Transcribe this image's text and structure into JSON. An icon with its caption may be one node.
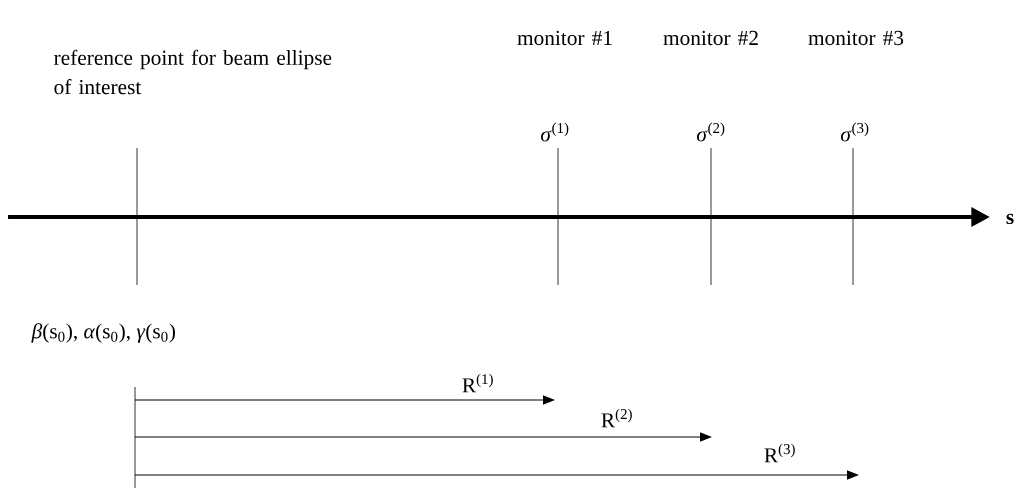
{
  "diagram": {
    "nodes": [
      {
        "text": [
          "reference point for beam ellipse of interest"
        ]
      },
      {
        "text": [
          "monitor #1"
        ]
      },
      {
        "text": [
          "monitor #2"
        ]
      },
      {
        "text": [
          "monitor #3"
        ]
      },
      {
        "text": [],
        "shape": "bar"
      }
    ],
    "edges": [
      {
        "from": 4,
        "to": null,
        "arrow": "to",
        "label": "R$^{(1)}$"
      },
      {
        "from": 4,
        "to": null,
        "arrow": "to",
        "label": "R$^{(2)}$"
      },
      {
        "from": 4,
        "to": null,
        "arrow": "to",
        "label": "R$^{(3)}$"
      }
    ],
    "labels": [
      "*σ*$^{(1)}$",
      "*σ*$^{(2)}$",
      "*σ*$^{(3)}$",
      "s",
      "*β*(s$_{0}$), *α*(s$_{0}$), *γ*(s$_{0}$)"
    ]
  }
}
